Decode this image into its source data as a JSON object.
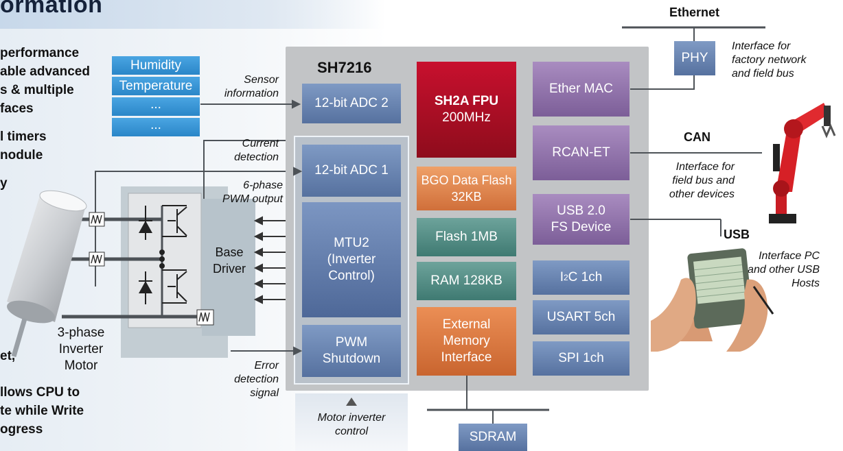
{
  "header": {
    "title": "ormation"
  },
  "left_text": {
    "lines": [
      "performance",
      "able advanced",
      "s & multiple",
      "faces",
      "",
      "l timers",
      "nodule",
      "",
      "y"
    ],
    "lines_bottom": [
      "et,",
      "",
      "llows CPU to",
      "te while Write",
      "ogress"
    ]
  },
  "sensors": {
    "items": [
      "Humidity",
      "Temperature",
      "...",
      "..."
    ]
  },
  "chip": {
    "name": "SH7216"
  },
  "blocks": {
    "adc2": "12-bit ADC 2",
    "adc1": "12-bit ADC 1",
    "mtu2": "MTU2\n(Inverter\nControl)",
    "pwm_shutdown": "PWM\nShutdown",
    "cpu_line1": "SH2A FPU",
    "cpu_line2": "200MHz",
    "bgo": "BGO Data Flash\n32KB",
    "flash": "Flash 1MB",
    "ram": "RAM 128KB",
    "ext_mem": "External\nMemory\nInterface",
    "ether_mac": "Ether MAC",
    "rcan": "RCAN-ET",
    "usb": "USB 2.0\nFS Device",
    "i2c_main": "I",
    "i2c_sup": "2",
    "i2c_rest": "C 1ch",
    "usart": "USART 5ch",
    "spi": "SPI 1ch",
    "phy": "PHY",
    "sdram": "SDRAM"
  },
  "labels": {
    "sensor_info": "Sensor\ninformation",
    "current_detection": "Current\ndetection",
    "pwm_output": "6-phase\nPWM output",
    "error_detection": "Error\ndetection\nsignal",
    "motor_inverter_control": "Motor inverter\ncontrol",
    "base_driver": "Base\nDriver",
    "motor": "3-phase\nInverter\nMotor",
    "ethernet": "Ethernet",
    "factory_note": "Interface for\nfactory network\nand field bus",
    "can": "CAN",
    "field_note": "Interface for\nfield bus and\nother devices",
    "usb": "USB",
    "usb_note": "Interface PC\nand other USB\nHosts"
  }
}
